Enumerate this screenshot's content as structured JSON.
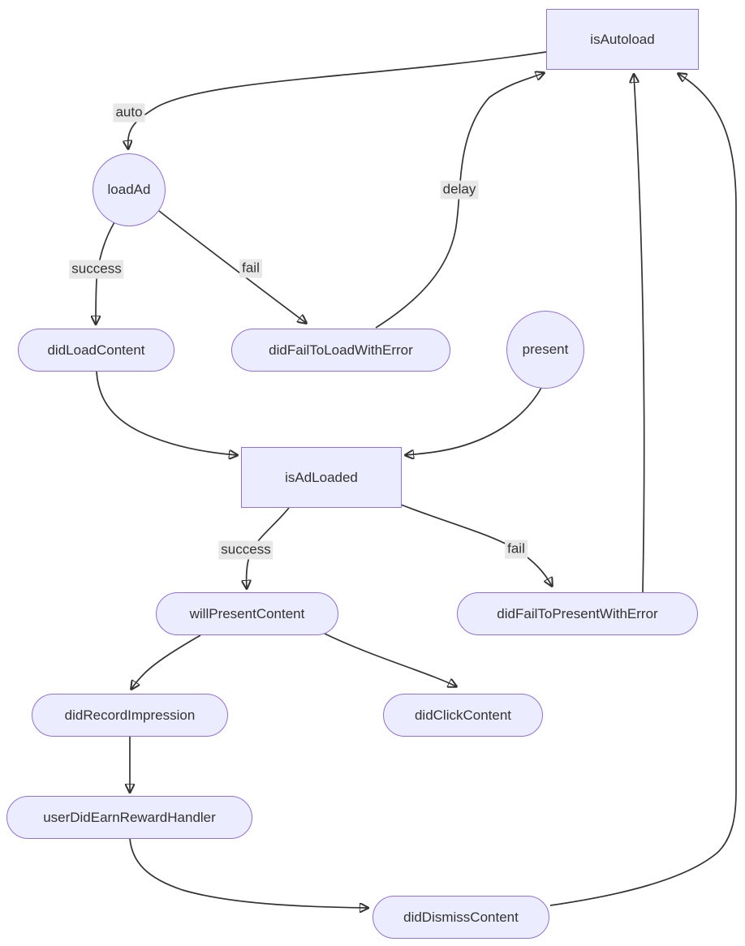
{
  "diagram": {
    "type": "flowchart",
    "colors": {
      "background": "#ffffff",
      "node_fill": "#ECECFF",
      "node_border": "#9370DB",
      "edge": "#333333",
      "text": "#333333",
      "edge_label_bg": "#e8e8e8"
    },
    "nodes": {
      "isAutoload": {
        "label": "isAutoload",
        "shape": "rectangle"
      },
      "loadAd": {
        "label": "loadAd",
        "shape": "circle"
      },
      "didLoadContent": {
        "label": "didLoadContent",
        "shape": "stadium"
      },
      "didFailToLoadWithError": {
        "label": "didFailToLoadWithError",
        "shape": "stadium"
      },
      "present": {
        "label": "present",
        "shape": "circle"
      },
      "isAdLoaded": {
        "label": "isAdLoaded",
        "shape": "rectangle"
      },
      "willPresentContent": {
        "label": "willPresentContent",
        "shape": "stadium"
      },
      "didFailToPresentWithError": {
        "label": "didFailToPresentWithError",
        "shape": "stadium"
      },
      "didRecordImpression": {
        "label": "didRecordImpression",
        "shape": "stadium"
      },
      "didClickContent": {
        "label": "didClickContent",
        "shape": "stadium"
      },
      "userDidEarnRewardHandler": {
        "label": "userDidEarnRewardHandler",
        "shape": "stadium"
      },
      "didDismissContent": {
        "label": "didDismissContent",
        "shape": "stadium"
      }
    },
    "edge_labels": {
      "auto": "auto",
      "load_success": "success",
      "load_fail": "fail",
      "delay": "delay",
      "present_success": "success",
      "present_fail": "fail"
    },
    "edges": [
      {
        "from": "isAutoload",
        "to": "loadAd",
        "label": "auto"
      },
      {
        "from": "loadAd",
        "to": "didLoadContent",
        "label": "success"
      },
      {
        "from": "loadAd",
        "to": "didFailToLoadWithError",
        "label": "fail"
      },
      {
        "from": "didFailToLoadWithError",
        "to": "isAutoload",
        "label": "delay"
      },
      {
        "from": "didLoadContent",
        "to": "isAdLoaded",
        "label": ""
      },
      {
        "from": "present",
        "to": "isAdLoaded",
        "label": ""
      },
      {
        "from": "isAdLoaded",
        "to": "willPresentContent",
        "label": "success"
      },
      {
        "from": "isAdLoaded",
        "to": "didFailToPresentWithError",
        "label": "fail"
      },
      {
        "from": "didFailToPresentWithError",
        "to": "isAutoload",
        "label": ""
      },
      {
        "from": "willPresentContent",
        "to": "didRecordImpression",
        "label": ""
      },
      {
        "from": "willPresentContent",
        "to": "didClickContent",
        "label": ""
      },
      {
        "from": "didRecordImpression",
        "to": "userDidEarnRewardHandler",
        "label": ""
      },
      {
        "from": "userDidEarnRewardHandler",
        "to": "didDismissContent",
        "label": ""
      },
      {
        "from": "didDismissContent",
        "to": "isAutoload",
        "label": ""
      }
    ]
  }
}
